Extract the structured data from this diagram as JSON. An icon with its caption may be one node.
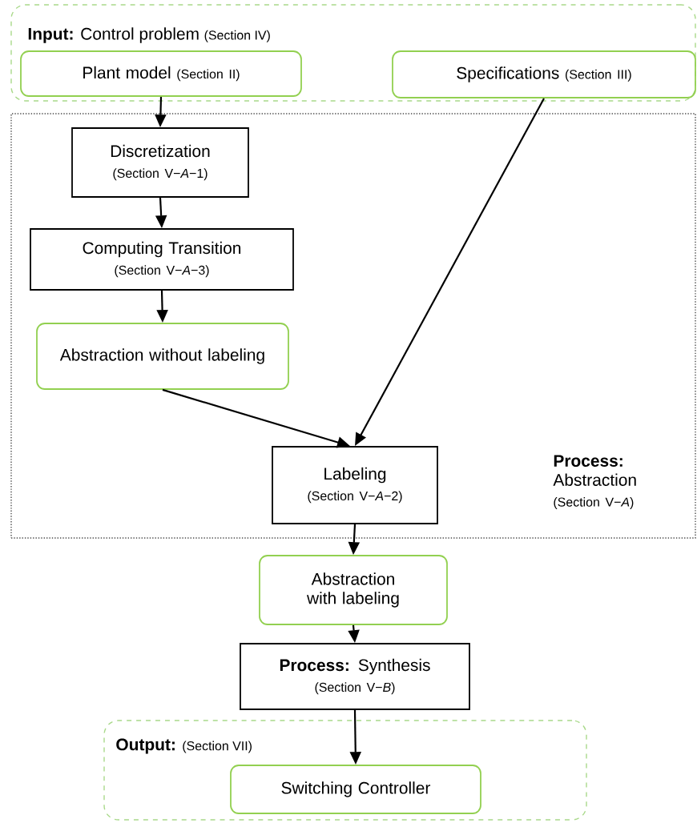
{
  "diagram": {
    "nodes": [
      {
        "text": [
          "**Input:** Control problem",
          "(Section IV)"
        ]
      },
      {
        "text": [
          "Plant model",
          "(Section II)"
        ],
        "in": 0
      },
      {
        "text": [
          "Specifications",
          "(Section III)"
        ],
        "in": 0
      },
      {
        "text": [
          "**Process:** Abstraction",
          "(Section V−*A*)"
        ]
      },
      {
        "text": [
          "Discretization",
          "(Section V−*A*−1)"
        ],
        "in": 3
      },
      {
        "text": [
          "Computing Transition",
          "(Section V−*A*−3)"
        ],
        "in": 3
      },
      {
        "text": [
          "Abstraction without labeling"
        ],
        "in": 3
      },
      {
        "text": [
          "Labeling",
          "(Section V−*A*−2)"
        ],
        "in": 3
      },
      {
        "text": [
          "Abstraction with labeling"
        ]
      },
      {
        "text": [
          "**Process:** Synthesis",
          "(Section V−*B*)"
        ]
      },
      {
        "text": [
          "Output:",
          "(Section VII)"
        ]
      },
      {
        "text": [
          "Switching Controller"
        ],
        "in": 10
      }
    ],
    "edges": [
      {
        "from": 1,
        "to": 4,
        "arrow": "to"
      },
      {
        "from": 4,
        "to": 5,
        "arrow": "to"
      },
      {
        "from": 5,
        "to": 6,
        "arrow": "to"
      },
      {
        "from": 6,
        "to": 7,
        "arrow": "to"
      },
      {
        "from": 2,
        "to": 7,
        "arrow": "to"
      },
      {
        "from": 7,
        "to": 8,
        "arrow": "to"
      },
      {
        "from": 8,
        "to": 9,
        "arrow": "to"
      },
      {
        "from": 9,
        "to": 11,
        "arrow": "to"
      }
    ]
  }
}
